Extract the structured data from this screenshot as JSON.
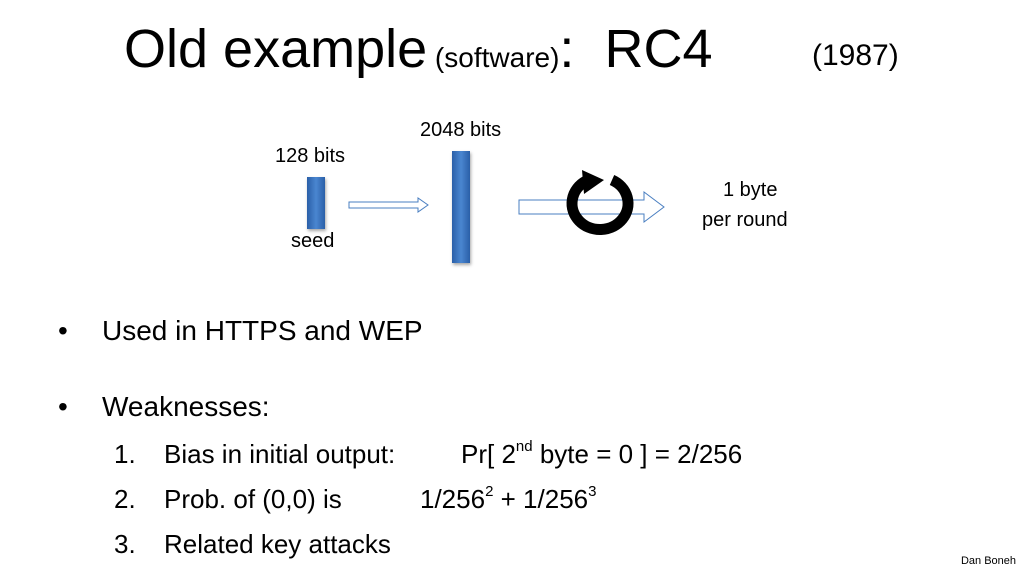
{
  "title": {
    "main": "Old example",
    "paren_open": " (",
    "sub": "software",
    "paren_close": ")",
    "colon": ":",
    "name": "RC4",
    "year": "(1987)"
  },
  "diagram": {
    "seed_size": "128 bits",
    "seed_label": "seed",
    "state_size": "2048 bits",
    "output_line1": "1 byte",
    "output_line2": "per round",
    "icons": [
      "arrow-right-icon",
      "cycle-arrow-icon"
    ]
  },
  "bullets": [
    {
      "marker": "•",
      "text": "Used in HTTPS and WEP"
    },
    {
      "marker": "•",
      "text": "Weaknesses:"
    }
  ],
  "weaknesses": [
    {
      "num": "1.",
      "label": "Bias in initial output:",
      "expr_pre": "Pr[ 2",
      "expr_sup": "nd",
      "expr_post": " byte = 0 ]  =  2/256"
    },
    {
      "num": "2.",
      "label": "Prob. of   (0,0)   is",
      "expr_a": "1/256",
      "expr_a_sup": "2",
      "expr_mid": "  +  1/256",
      "expr_b_sup": "3"
    },
    {
      "num": "3.",
      "label": "Related key attacks"
    }
  ],
  "footer": "Dan Boneh",
  "colors": {
    "bar": "#3a74bd",
    "arrow_outline": "#4a7fc1",
    "text": "#000000"
  }
}
